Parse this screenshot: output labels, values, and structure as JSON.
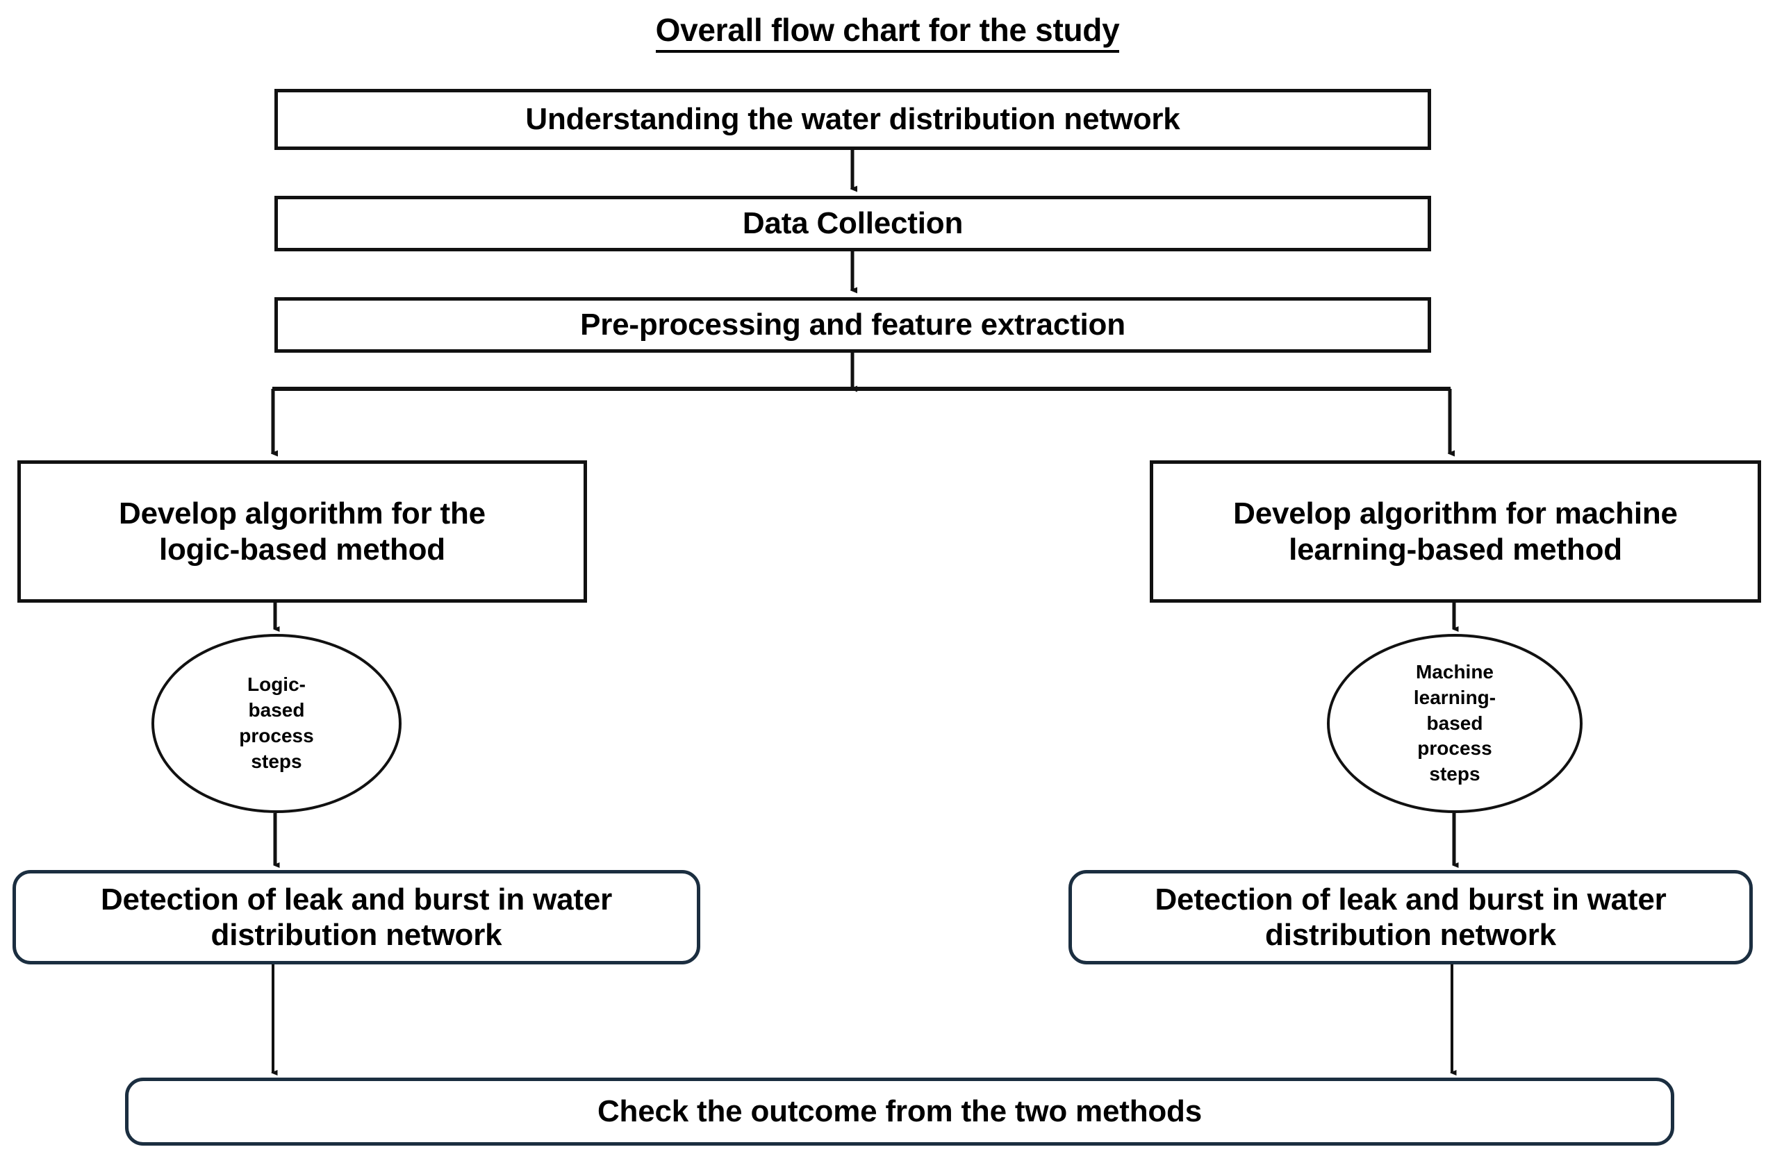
{
  "figure": {
    "title": "Overall flow chart for the study",
    "type": "flowchart",
    "background_color": "#ffffff",
    "rect_border_color": "#111111",
    "rounded_border_color": "#1b2e40",
    "text_color": "#000000"
  },
  "nodes": {
    "understanding": {
      "label": "Understanding the water distribution network",
      "shape": "rectangle"
    },
    "data_collection": {
      "label": "Data Collection",
      "shape": "rectangle"
    },
    "preprocessing": {
      "label": "Pre-processing and feature extraction",
      "shape": "rectangle"
    },
    "logic_algorithm": {
      "line1": "Develop algorithm for the",
      "line2": "logic-based method",
      "shape": "rectangle"
    },
    "ml_algorithm": {
      "line1": "Develop algorithm for machine",
      "line2": "learning-based method",
      "shape": "rectangle"
    },
    "logic_steps": {
      "line1": "Logic-",
      "line2": "based",
      "line3": "process",
      "line4": "steps",
      "shape": "ellipse"
    },
    "ml_steps": {
      "line1": "Machine",
      "line2": "learning-",
      "line3": "based",
      "line4": "process",
      "line5": "steps",
      "shape": "ellipse"
    },
    "logic_detection": {
      "line1": "Detection of leak and burst in water",
      "line2": "distribution network",
      "shape": "rounded-rectangle"
    },
    "ml_detection": {
      "line1": "Detection of leak and burst in water",
      "line2": "distribution network",
      "shape": "rounded-rectangle"
    },
    "check_outcome": {
      "label": "Check the outcome from the two methods",
      "shape": "rounded-rectangle"
    }
  },
  "edges": [
    {
      "from": "understanding",
      "to": "data_collection",
      "style": "arrow-down"
    },
    {
      "from": "data_collection",
      "to": "preprocessing",
      "style": "arrow-down"
    },
    {
      "from": "preprocessing",
      "to": "logic_algorithm",
      "style": "branch-left"
    },
    {
      "from": "preprocessing",
      "to": "ml_algorithm",
      "style": "branch-right"
    },
    {
      "from": "logic_algorithm",
      "to": "logic_steps",
      "style": "arrow-down"
    },
    {
      "from": "ml_algorithm",
      "to": "ml_steps",
      "style": "arrow-down"
    },
    {
      "from": "logic_steps",
      "to": "logic_detection",
      "style": "arrow-down"
    },
    {
      "from": "ml_steps",
      "to": "ml_detection",
      "style": "arrow-down"
    },
    {
      "from": "logic_detection",
      "to": "check_outcome",
      "style": "arrow-down"
    },
    {
      "from": "ml_detection",
      "to": "check_outcome",
      "style": "arrow-down"
    }
  ]
}
